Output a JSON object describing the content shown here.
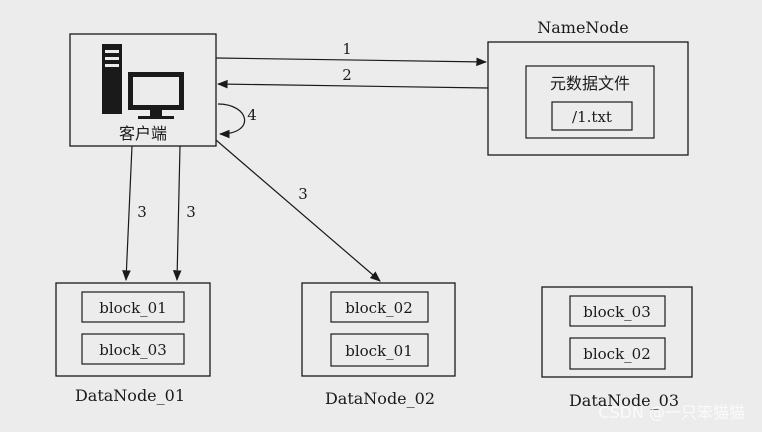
{
  "client": {
    "label": "客户端",
    "icon": "computer-icon"
  },
  "namenode": {
    "title": "NameNode",
    "meta_label": "元数据文件",
    "file_label": "/1.txt"
  },
  "datanodes": [
    {
      "name": "DataNode_01",
      "blocks": [
        "block_01",
        "block_03"
      ]
    },
    {
      "name": "DataNode_02",
      "blocks": [
        "block_02",
        "block_01"
      ]
    },
    {
      "name": "DataNode_03",
      "blocks": [
        "block_03",
        "block_02"
      ]
    }
  ],
  "arrows": [
    {
      "id": "client-to-namenode",
      "label": "1"
    },
    {
      "id": "namenode-to-client",
      "label": "2"
    },
    {
      "id": "client-to-dn01-a",
      "label": "3"
    },
    {
      "id": "client-to-dn01-b",
      "label": "3"
    },
    {
      "id": "client-to-dn02",
      "label": "3"
    },
    {
      "id": "client-self-loop",
      "label": "4"
    }
  ],
  "watermark": "CSDN @一只笨猫猫",
  "colors": {
    "background": "#ececec",
    "stroke": "#1a1a1a"
  }
}
